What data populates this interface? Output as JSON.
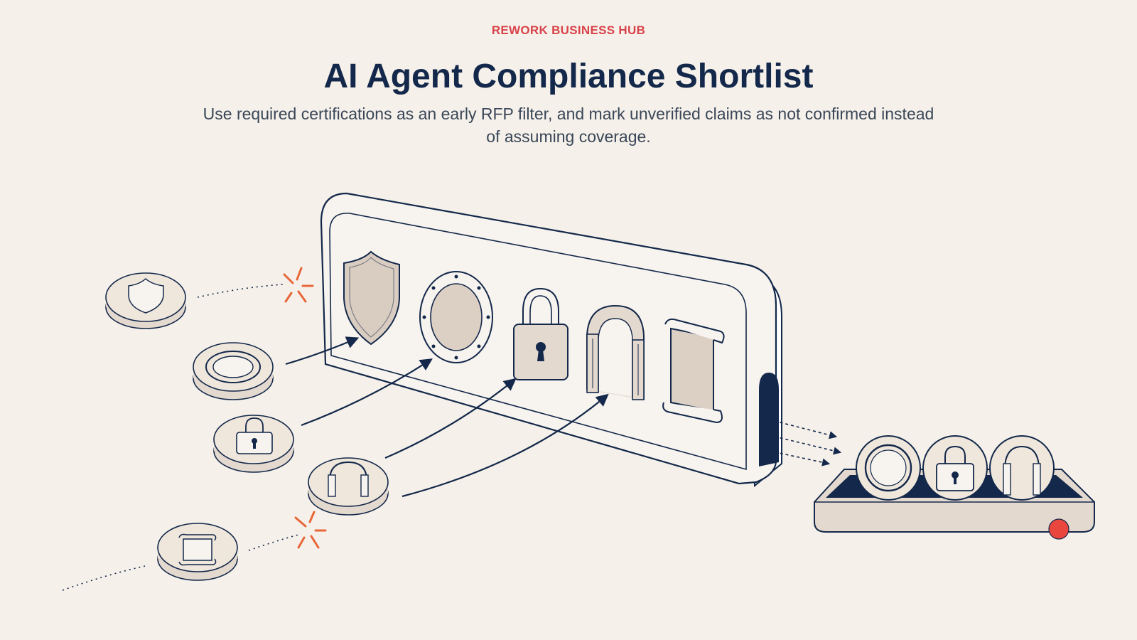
{
  "header": {
    "eyebrow": "REWORK BUSINESS HUB",
    "title": "AI Agent Compliance Shortlist",
    "subtitle": "Use required certifications as an early RFP filter, and mark unverified claims as not confirmed instead of assuming coverage."
  },
  "colors": {
    "background": "#f5f1ea",
    "ink": "#13284a",
    "accent": "#d9424a",
    "reject": "#e8673a",
    "fill": "#e4d9cf"
  },
  "icons": {
    "certifications": [
      "shield-icon",
      "porthole-ring-icon",
      "padlock-icon",
      "arch-pillars-icon",
      "scroll-document-icon"
    ],
    "rejected_tokens": [
      "shield-icon",
      "scroll-document-icon"
    ],
    "accepted_tokens": [
      "porthole-ring-icon",
      "padlock-icon",
      "arch-pillars-icon"
    ],
    "tray_tokens": [
      "porthole-ring-icon",
      "padlock-icon",
      "arch-pillars-icon"
    ]
  }
}
